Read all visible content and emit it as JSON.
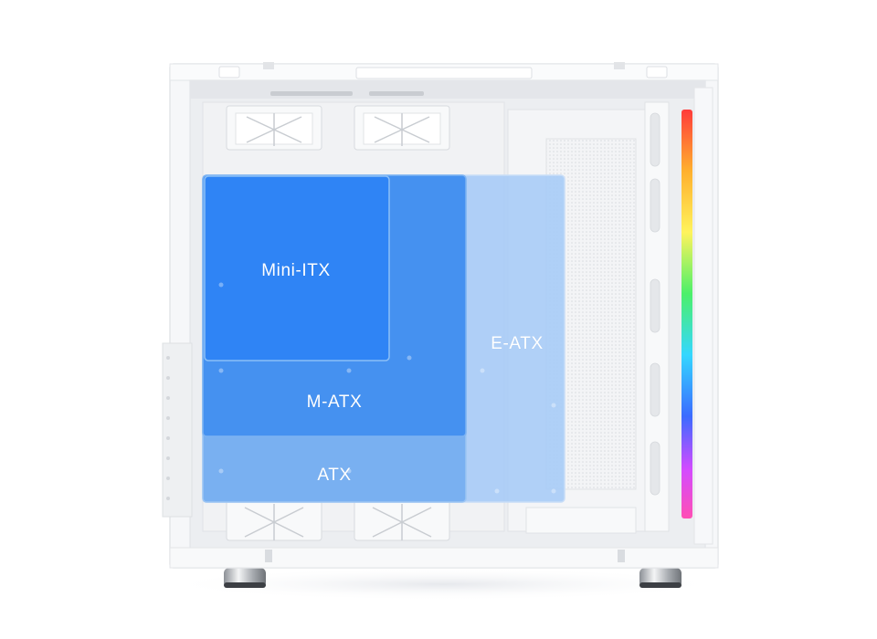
{
  "boards": [
    {
      "id": "eatx",
      "label": "E-ATX",
      "color": "#a9ccf6"
    },
    {
      "id": "atx",
      "label": "ATX",
      "color": "#74aef0"
    },
    {
      "id": "matx",
      "label": "M-ATX",
      "color": "#3f8ef0"
    },
    {
      "id": "mitx",
      "label": "Mini-ITX",
      "color": "#2f84f5"
    }
  ],
  "colors": {
    "case_frame": "#f6f7f9",
    "case_panel": "#eceef1",
    "rgb_strip": [
      "#ff3b3b",
      "#ffb02e",
      "#fff35c",
      "#4cf06a",
      "#35d7ff",
      "#3b6bff",
      "#d34bff",
      "#ff4fb4"
    ]
  },
  "icons": [
    "fan-bracket-icon",
    "rgb-strip-icon",
    "case-foot-icon",
    "mesh-panel-icon"
  ]
}
